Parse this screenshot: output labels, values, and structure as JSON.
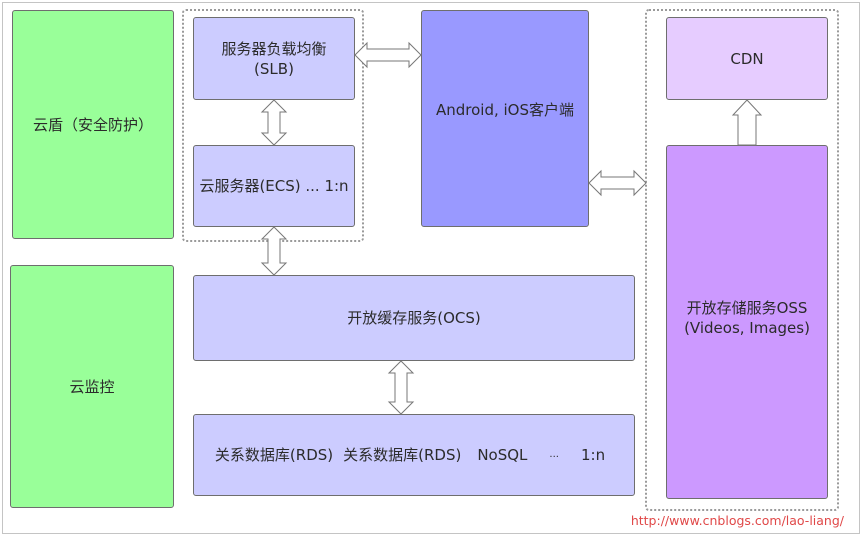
{
  "diagram": {
    "left_column": {
      "yundun": "云盾（安全防护）",
      "monitor": "云监控"
    },
    "server_group": {
      "slb": "服务器负载均衡\n(SLB)",
      "ecs": "云服务器(ECS)  ... 1:n"
    },
    "client": "Android, iOS客户端",
    "ocs": "开放缓存服务(OCS)",
    "database": {
      "items": [
        "关系数据库(RDS)",
        "关系数据库(RDS)",
        "NoSQL",
        "...",
        "1:n"
      ]
    },
    "storage_group": {
      "cdn": "CDN",
      "oss": "开放存储服务OSS\n(Videos, Images)"
    },
    "watermark": "http://www.cnblogs.com/lao-liang/"
  },
  "colors": {
    "security": "#99ff99",
    "service": "#ccccff",
    "client": "#9999ff",
    "cdn": "#e6ccff",
    "oss": "#cc99ff",
    "watermark": "#e04848"
  }
}
